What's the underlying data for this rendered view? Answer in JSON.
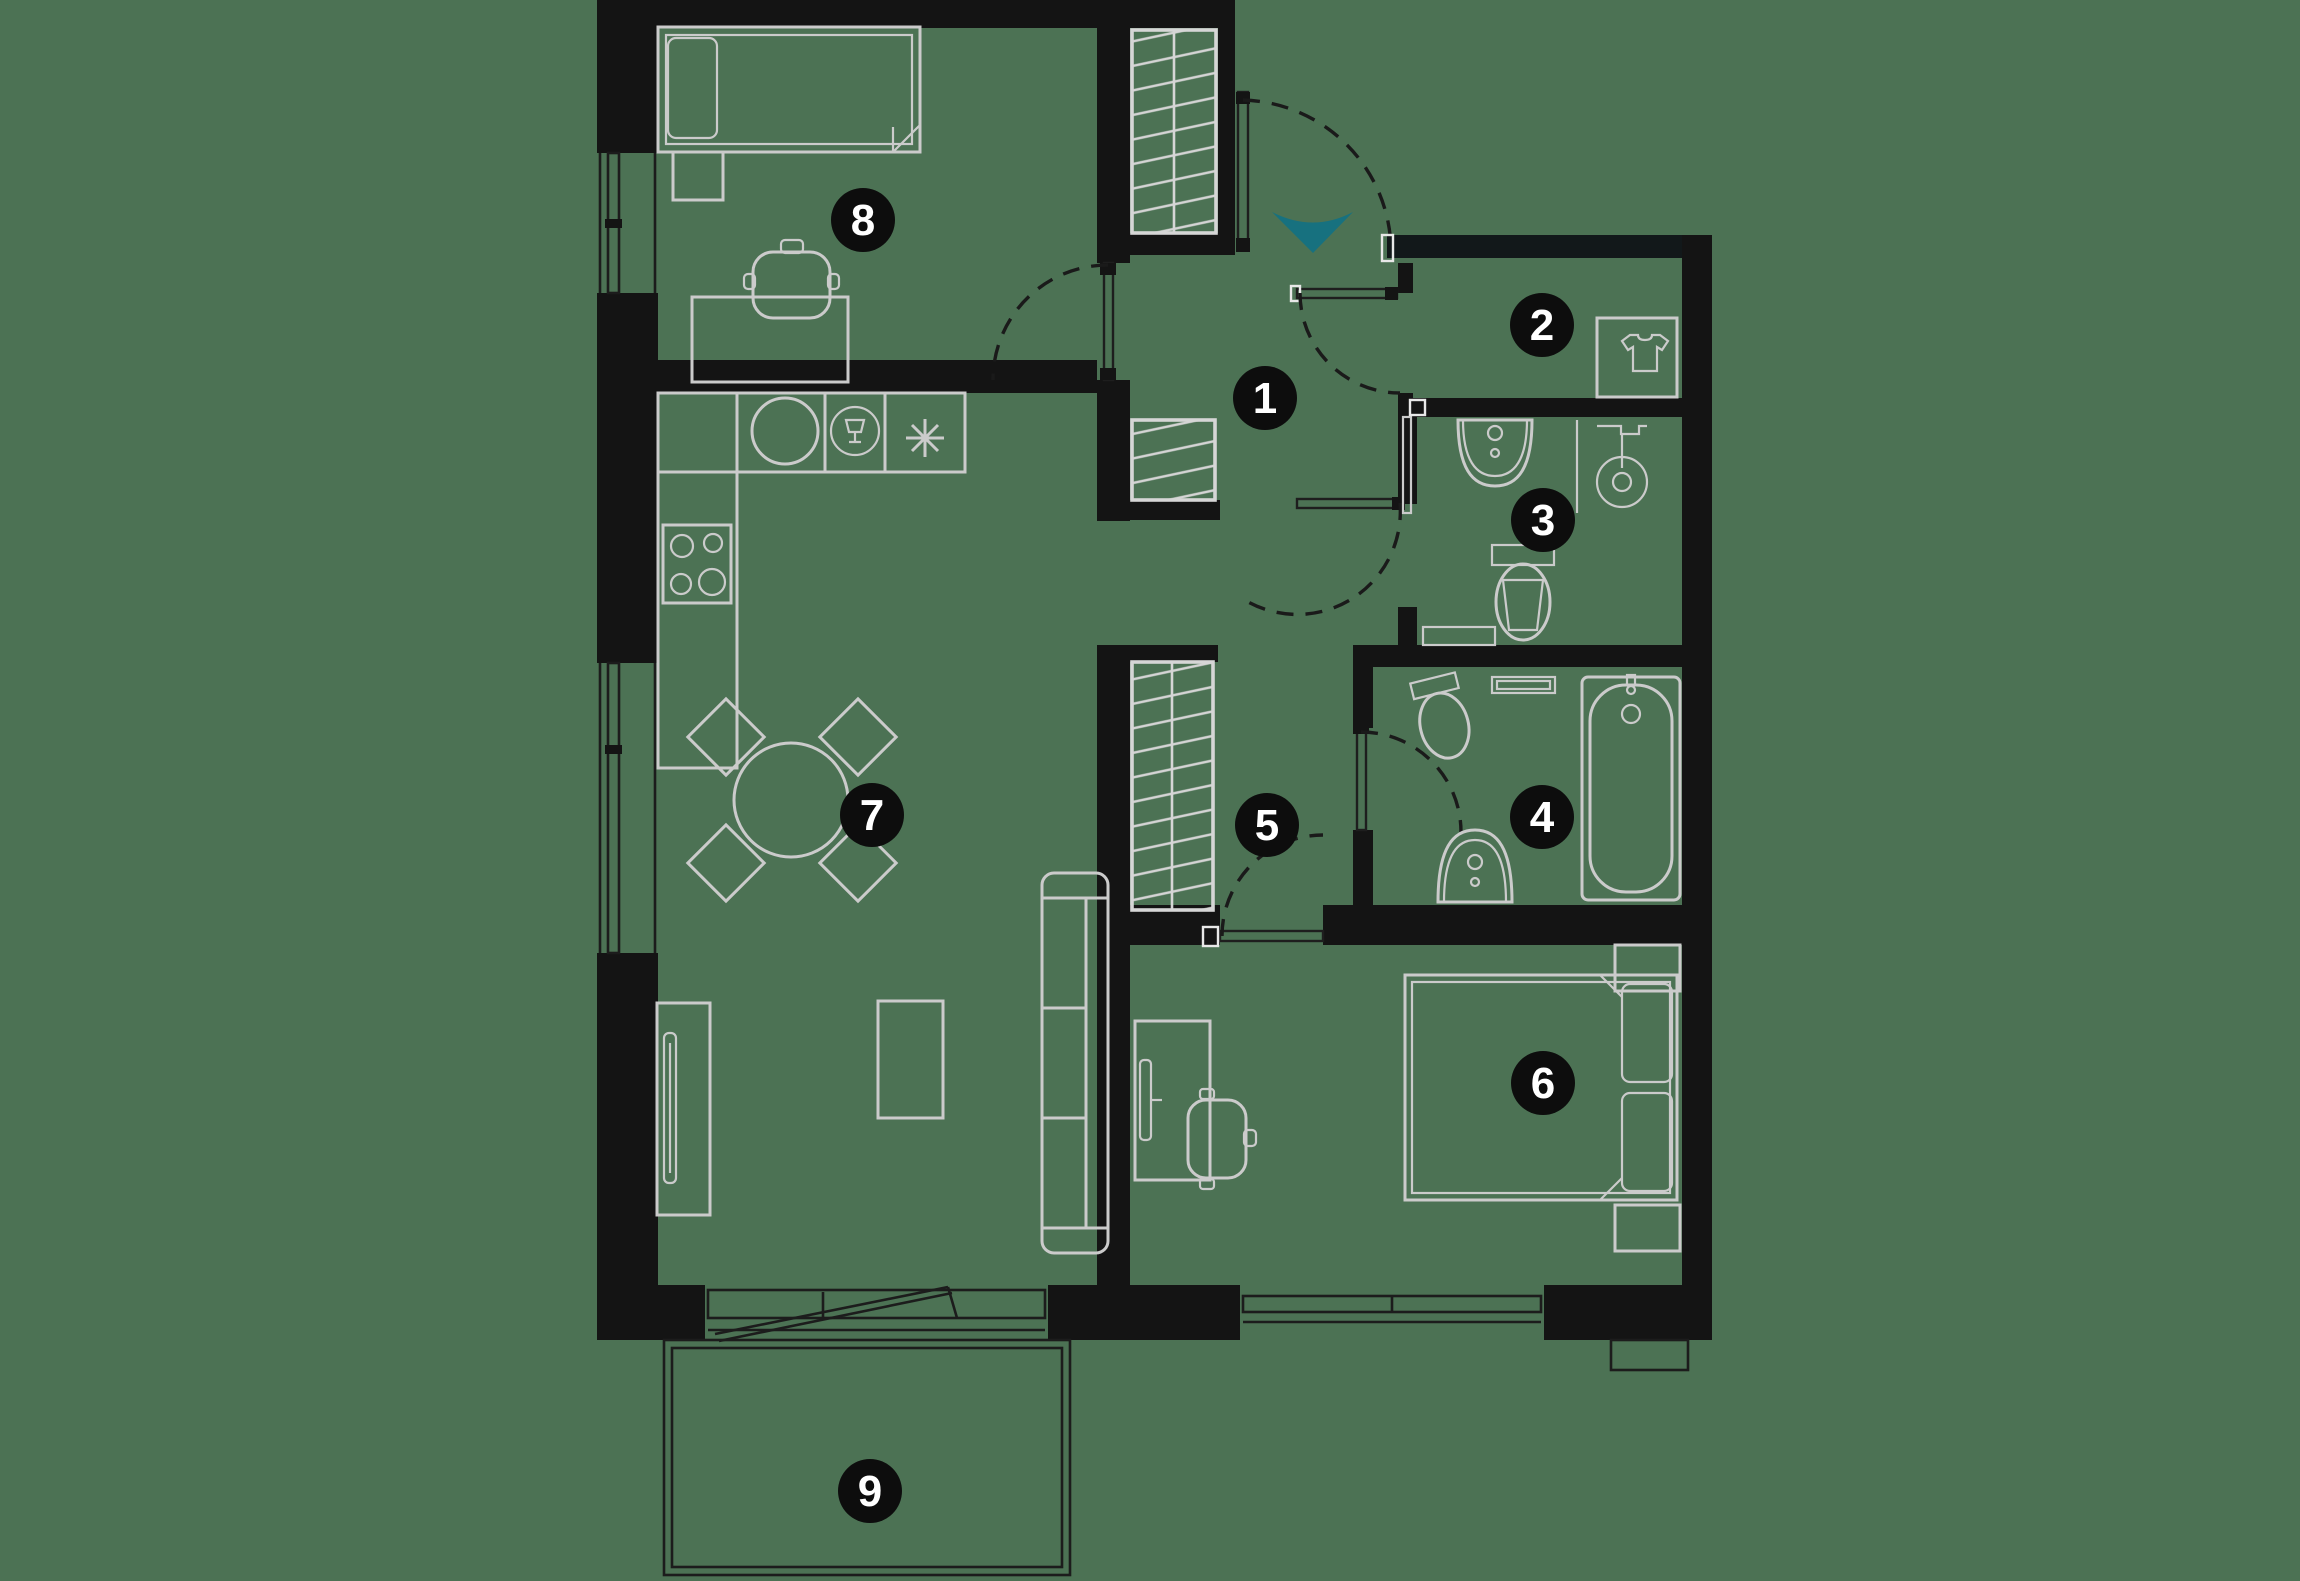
{
  "plan": {
    "type": "apartment-floor-plan",
    "rooms": [
      {
        "label": "1"
      },
      {
        "label": "2"
      },
      {
        "label": "3"
      },
      {
        "label": "4"
      },
      {
        "label": "5"
      },
      {
        "label": "6"
      },
      {
        "label": "7"
      },
      {
        "label": "8"
      },
      {
        "label": "9"
      }
    ],
    "entry_arrow": {
      "shape": "triangle-down",
      "color": "#17717f"
    },
    "colors": {
      "background": "#4c7254",
      "walls": "#141414",
      "furniture_lines": "#cbcbcb",
      "thin_lines": "#1c1c1c",
      "badge_fill": "#0d0d0d",
      "badge_text": "#ffffff",
      "wardrobe_hatch": "#d6d6d6"
    }
  }
}
